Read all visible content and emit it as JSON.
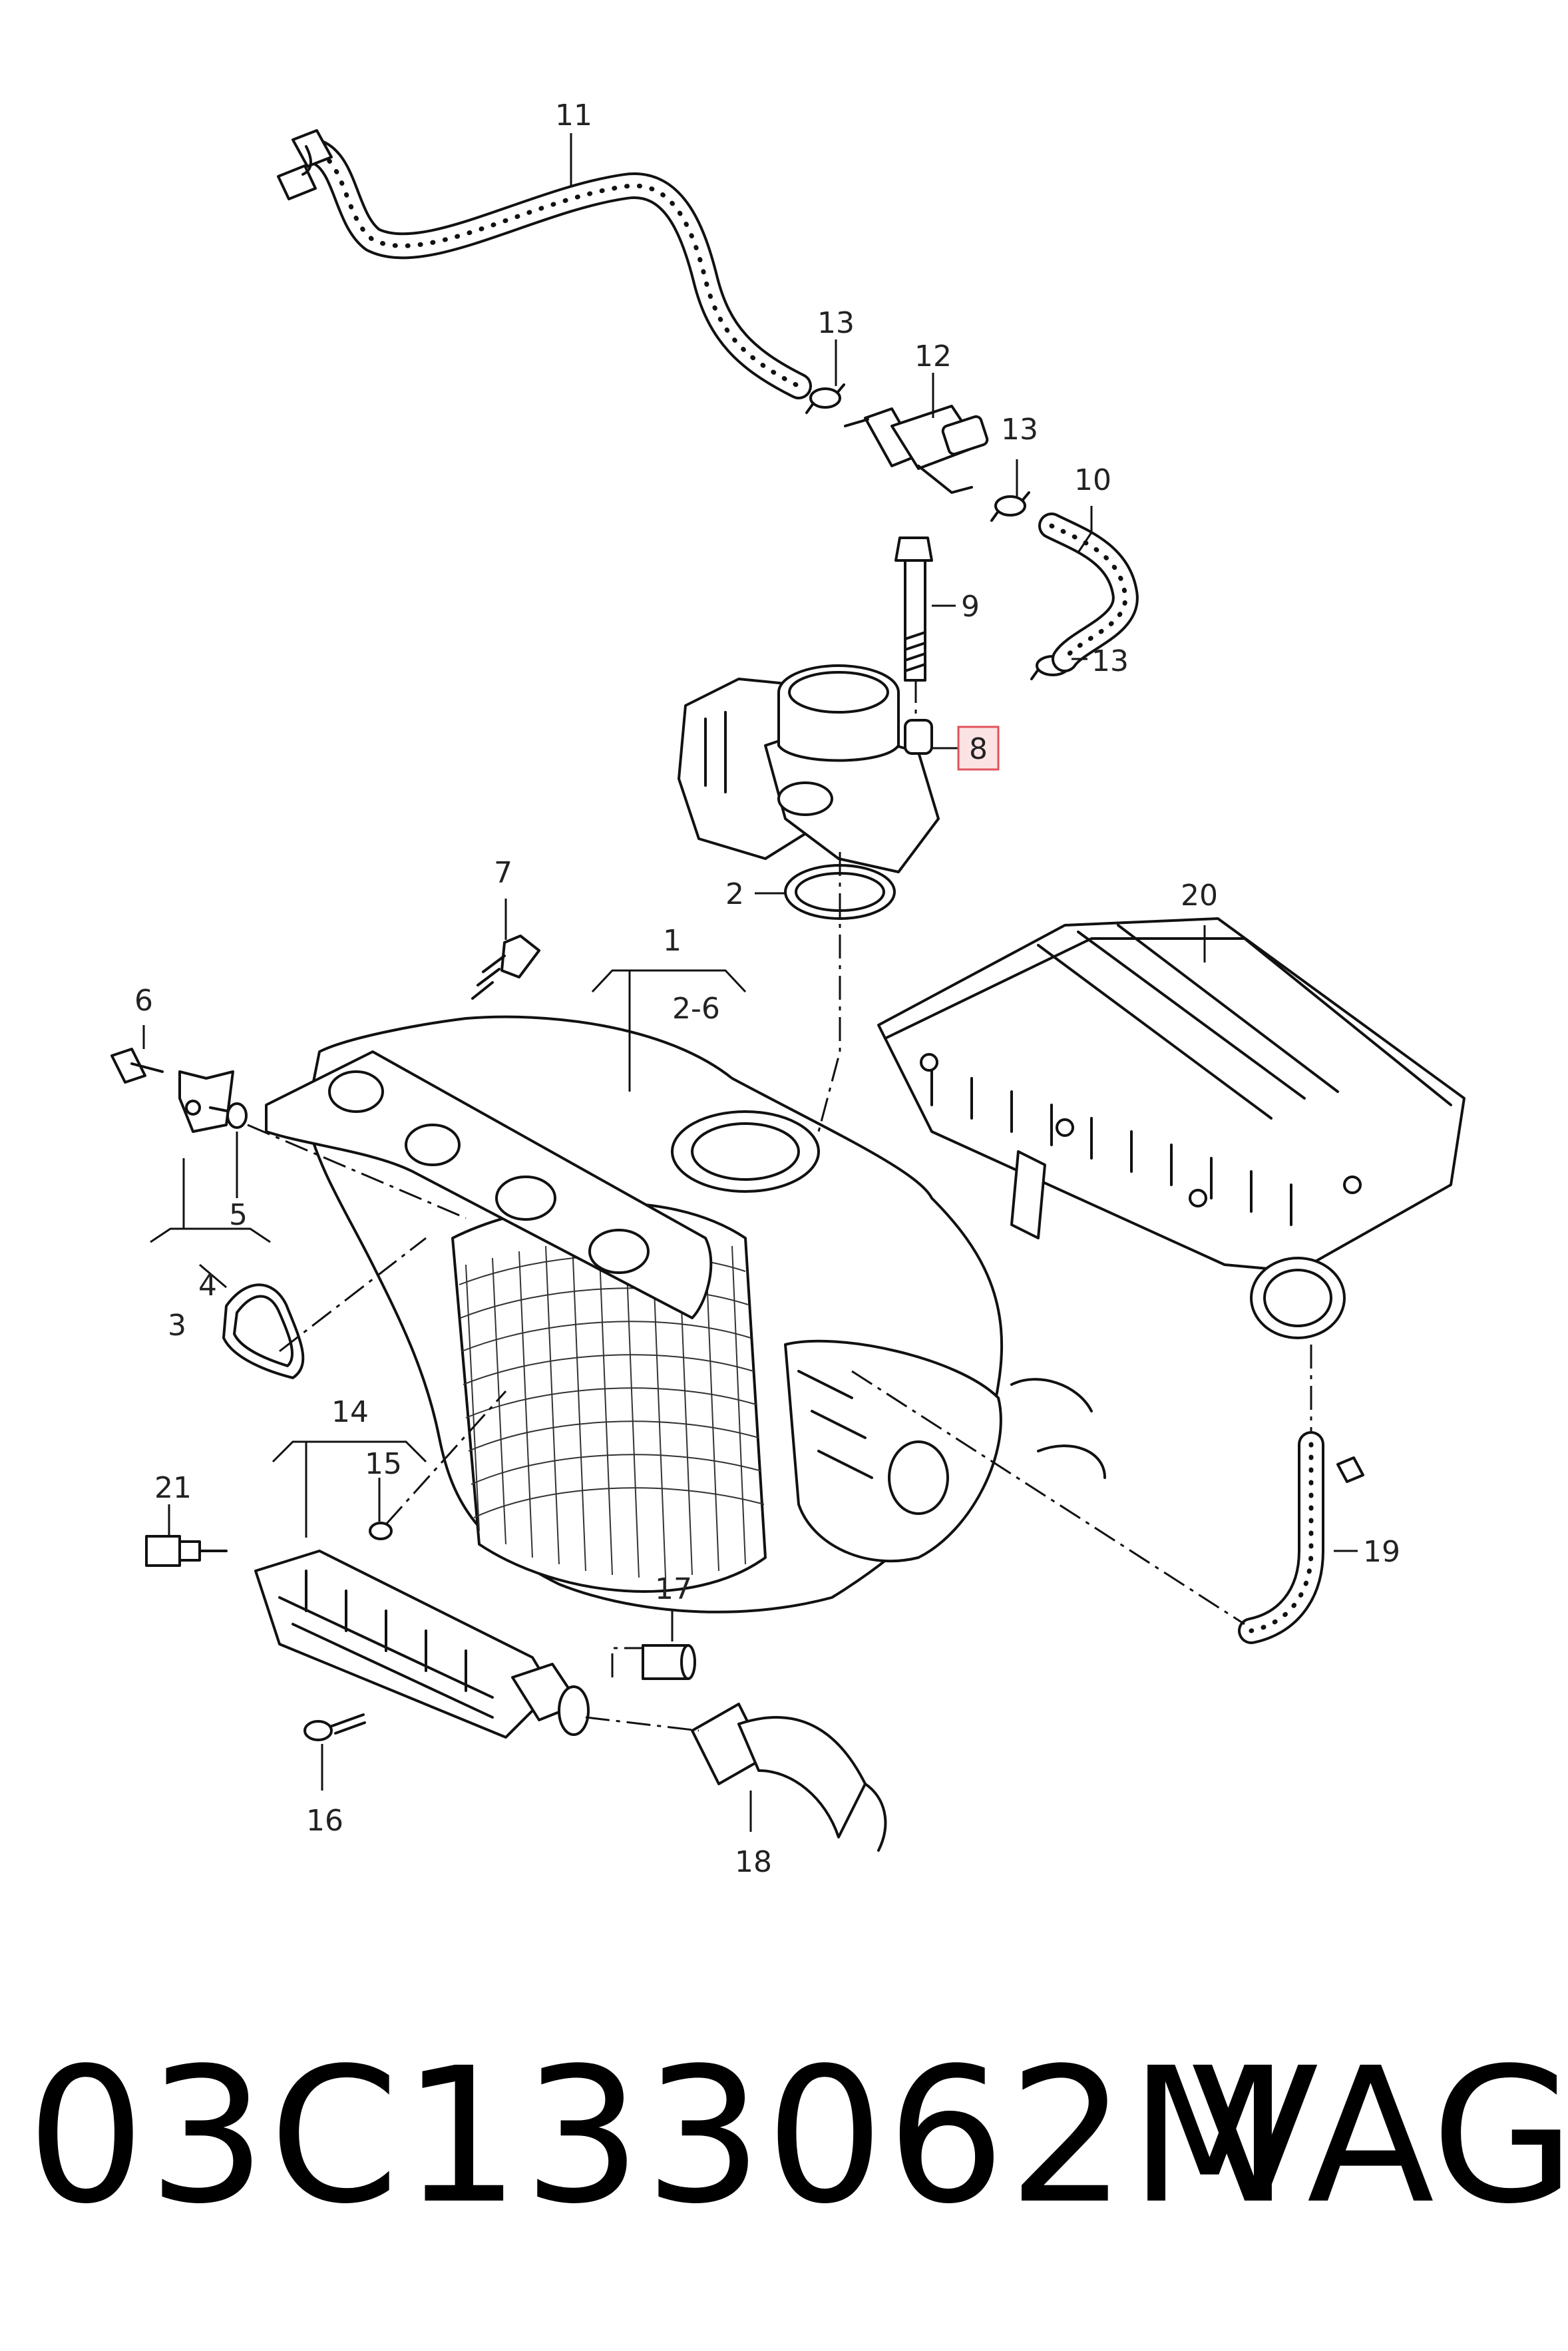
{
  "callouts": {
    "c1": "1",
    "c2": "2",
    "c2_6": "2-6",
    "c3": "3",
    "c4": "4",
    "c5": "5",
    "c6": "6",
    "c7": "7",
    "c8": "8",
    "c9": "9",
    "c10": "10",
    "c11": "11",
    "c12": "12",
    "c13a": "13",
    "c13b": "13",
    "c13c": "13",
    "c14": "14",
    "c15": "15",
    "c16": "16",
    "c17": "17",
    "c18": "18",
    "c19": "19",
    "c20": "20",
    "c21": "21"
  },
  "highlight_color": "#e0525a",
  "footer": {
    "part_number": "03C133062M",
    "brand": "VAG"
  }
}
